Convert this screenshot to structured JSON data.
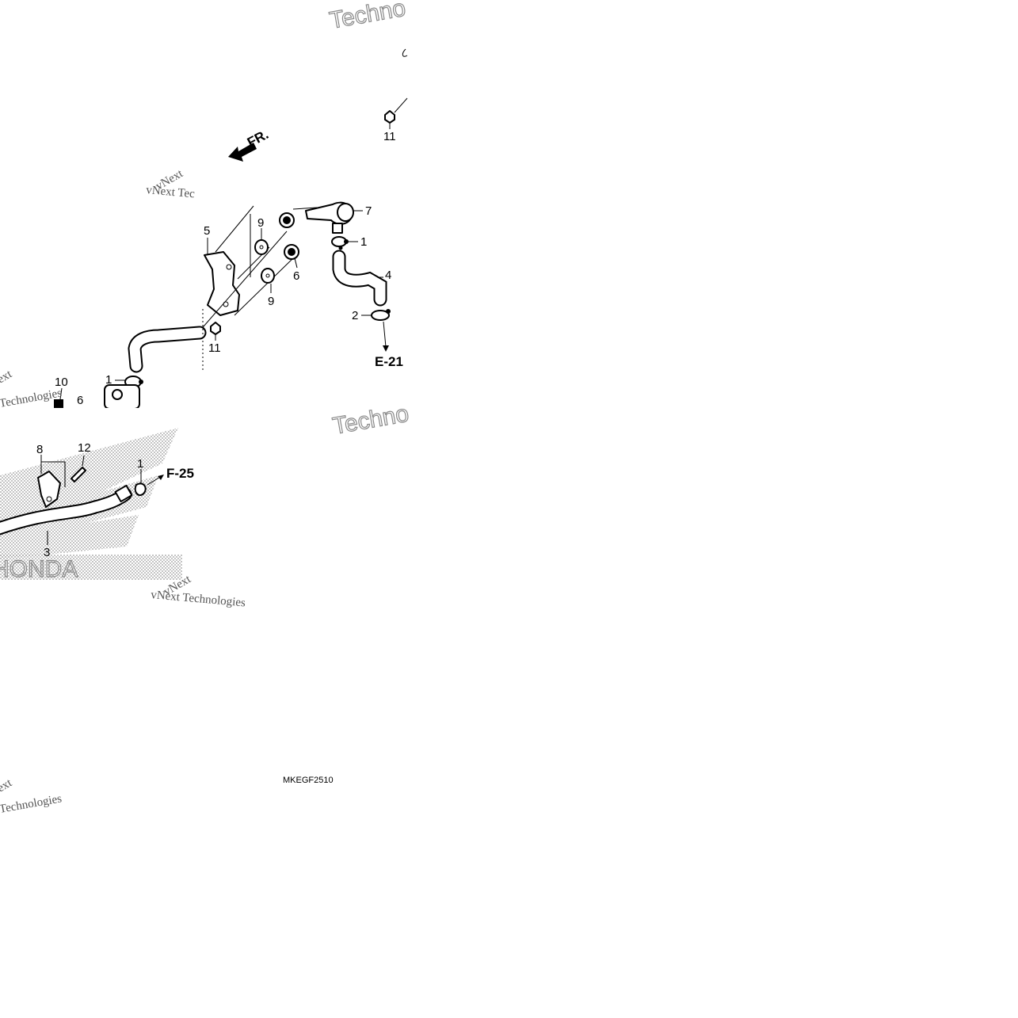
{
  "diagram": {
    "direction_label": "FR.",
    "callouts": {
      "c1a": "1",
      "c1b": "1",
      "c1c": "1",
      "c2": "2",
      "c3": "3",
      "c4": "4",
      "c5": "5",
      "c6a": "6",
      "c6b": "6",
      "c7": "7",
      "c8": "8",
      "c9a": "9",
      "c9b": "9",
      "c10": "10",
      "c11a": "11",
      "c11b": "11",
      "c12": "12"
    },
    "references": {
      "e21": "E-21",
      "f25": "F-25"
    },
    "diagram_code": "MKEGF2510"
  },
  "watermarks": {
    "brand_logo": "HONDA",
    "wm_technologies": "Techno",
    "wm_vnext": "vNext",
    "wm_vnext_tec": "vNext Tec",
    "wm_vnext_technologies": "vNext Technologies",
    "wm_technologies_full": "Technologies",
    "wm_ext": "ext"
  },
  "colors": {
    "line": "#000000",
    "background": "#ffffff",
    "watermark": "#8a8a8a"
  }
}
